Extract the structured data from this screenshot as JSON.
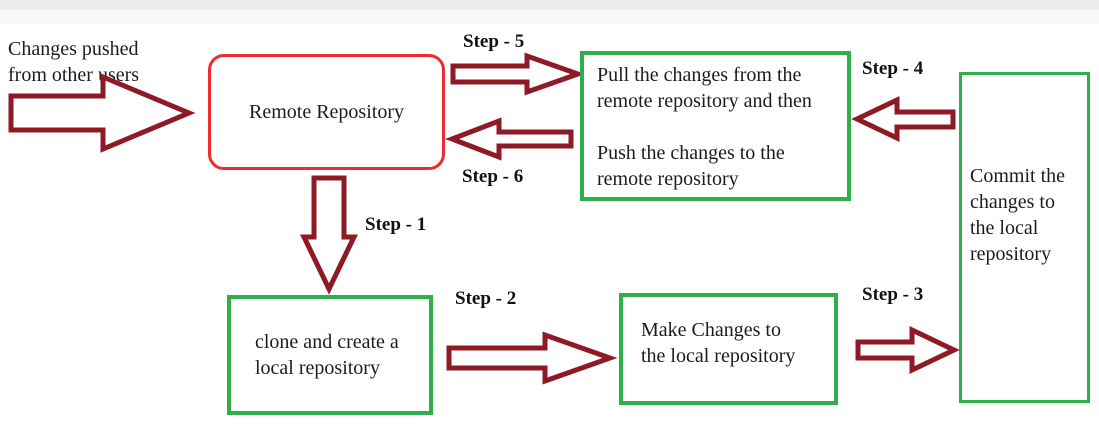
{
  "colors": {
    "arrow": "#8e1a26",
    "remote_border": "#ee2b31",
    "green_border": "#2fae49",
    "text": "#1b1b24",
    "topbar1": "#ececec",
    "topbar2": "#f8f8f8",
    "canvas": "#ffffff"
  },
  "annotation": {
    "lines": [
      "Changes pushed",
      "from other users"
    ]
  },
  "nodes": {
    "remote_repository": {
      "label": "Remote Repository"
    },
    "pull_push": {
      "para1": [
        "Pull the changes from the",
        "remote repository and then"
      ],
      "para2": [
        "Push the changes to the",
        "remote repository"
      ]
    },
    "commit": {
      "lines": [
        "Commit the",
        "changes to",
        "the local",
        "repository"
      ]
    },
    "clone": {
      "lines": [
        "clone and create a",
        "local repository"
      ]
    },
    "make_changes": {
      "lines": [
        "Make Changes to",
        "the local repository"
      ]
    }
  },
  "steps": {
    "step1": {
      "label": "Step - 1"
    },
    "step2": {
      "label": "Step - 2"
    },
    "step3": {
      "label": "Step - 3"
    },
    "step4": {
      "label": "Step - 4"
    },
    "step5": {
      "label": "Step - 5"
    },
    "step6": {
      "label": "Step - 6"
    }
  }
}
